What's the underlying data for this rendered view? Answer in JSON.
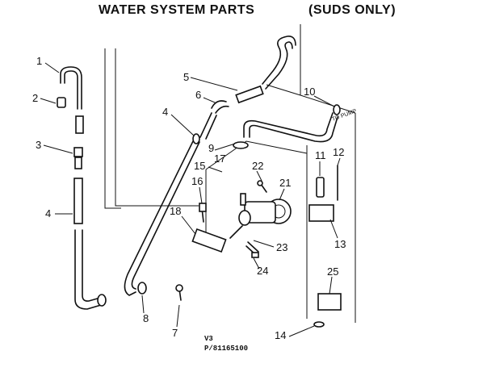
{
  "title": {
    "main": "WATER SYSTEM PARTS",
    "sub": "(SUDS ONLY)"
  },
  "callouts": {
    "c1": "1",
    "c2": "2",
    "c3": "3",
    "c4a": "4",
    "c4b": "4",
    "c5": "5",
    "c6": "6",
    "c7": "7",
    "c8": "8",
    "c9": "9",
    "c10": "10",
    "c11": "11",
    "c12": "12",
    "c13": "13",
    "c14": "14",
    "c15": "15",
    "c16": "16",
    "c17": "17",
    "c18": "18",
    "c21": "21",
    "c22": "22",
    "c23": "23",
    "c24": "24",
    "c25": "25"
  },
  "to_pump": "TO PUMP",
  "codes": {
    "line1": "V3",
    "line2": "P/81165100"
  }
}
